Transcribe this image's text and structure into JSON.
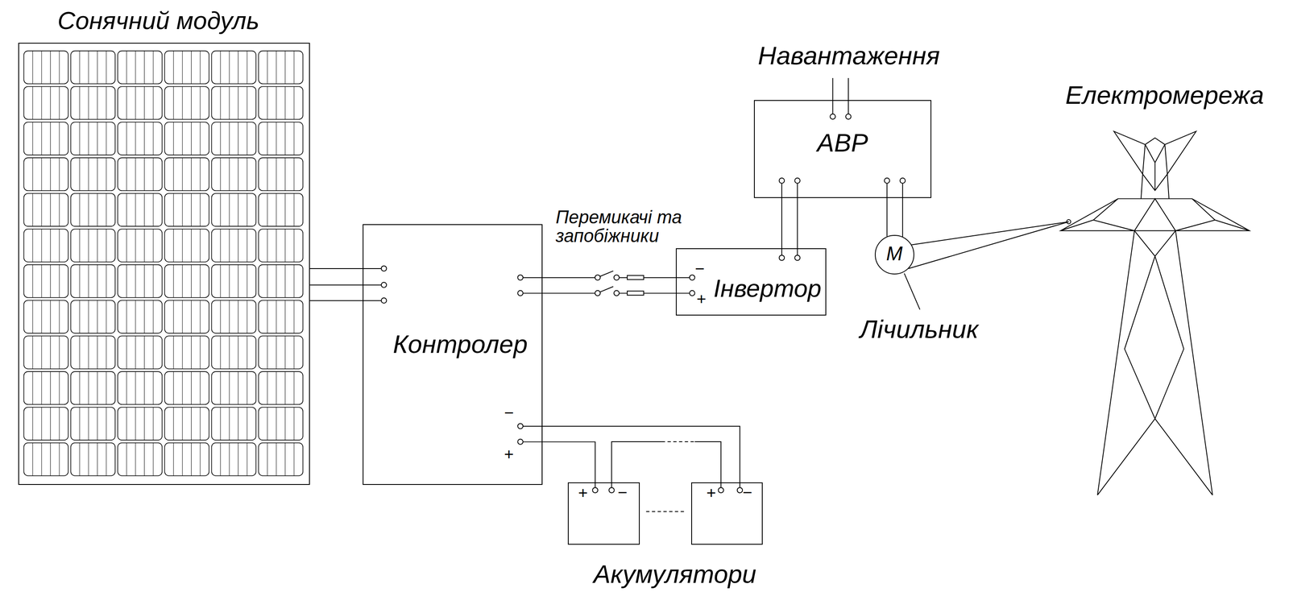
{
  "diagram": {
    "nodes": [
      {
        "text": [
          "Сонячний модуль"
        ]
      },
      {
        "text": [
          "Контролер",
          "−",
          "+"
        ]
      },
      {
        "text": [
          "Інвертор",
          "−",
          "+"
        ]
      },
      {
        "text": [
          "АВР"
        ]
      },
      {
        "text": [
          "М",
          "Лічильник"
        ]
      },
      {
        "text": [
          "+",
          "−"
        ]
      },
      {
        "text": [
          "+",
          "−"
        ]
      },
      {
        "text": [
          "Електромережа"
        ]
      }
    ],
    "edges": [
      {
        "from": 0,
        "to": 1,
        "arrow": "none"
      },
      {
        "from": 1,
        "to": 2,
        "arrow": "none"
      },
      {
        "from": 1,
        "to": 5,
        "arrow": "none"
      },
      {
        "from": 5,
        "to": 6,
        "arrow": "none"
      },
      {
        "from": 1,
        "to": 6,
        "arrow": "none"
      },
      {
        "from": 2,
        "to": 3,
        "arrow": "none"
      },
      {
        "from": 3,
        "to": 4,
        "arrow": "none"
      },
      {
        "from": 4,
        "to": 7,
        "arrow": "none"
      }
    ],
    "labels": [
      "Навантаження",
      "Перемикачі та запобіжники",
      "Акумулятори"
    ]
  }
}
